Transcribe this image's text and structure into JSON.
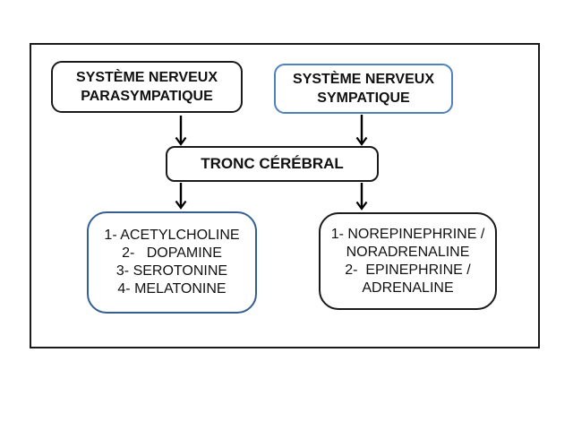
{
  "diagram": {
    "title": "",
    "background_color": "#ffffff",
    "colors": {
      "frame_border": "#1a1a1a",
      "black_box_border": "#1a1a1a",
      "blue_box_border": "#4f81bd",
      "dark_blue_box_border": "#365f91",
      "text": "#111111",
      "arrow": "#000000"
    },
    "nodes": {
      "parasympathetic": {
        "lines": [
          "SYSTÈME NERVEUX",
          "PARASYMPATIQUE"
        ]
      },
      "sympathetic": {
        "lines": [
          "SYSTÈME NERVEUX",
          "SYMPATIQUE"
        ]
      },
      "brainstem": {
        "label": "TRONC CÉRÉBRAL"
      },
      "parasympathetic_neurotransmitters": {
        "lines": [
          "1- ACETYLCHOLINE",
          "2-   DOPAMINE",
          "3- SEROTONINE",
          "4- MELATONINE"
        ]
      },
      "sympathetic_neurotransmitters": {
        "lines": [
          "1- NOREPINEPHRINE /",
          "NORADRENALINE",
          "2-  EPINEPHRINE /",
          "ADRENALINE"
        ]
      }
    },
    "edges": [
      {
        "from": "parasympathetic",
        "to": "brainstem"
      },
      {
        "from": "sympathetic",
        "to": "brainstem"
      },
      {
        "from": "brainstem",
        "to": "parasympathetic_neurotransmitters"
      },
      {
        "from": "brainstem",
        "to": "sympathetic_neurotransmitters"
      }
    ]
  }
}
